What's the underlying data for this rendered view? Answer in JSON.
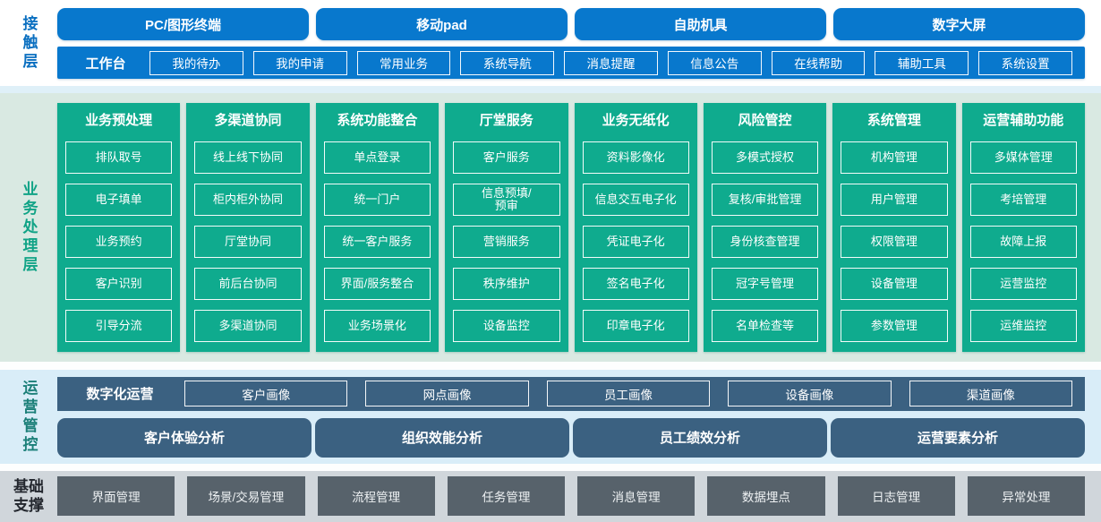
{
  "colors": {
    "accent_blue": "#0878cd",
    "accent_teal": "#0fab8e",
    "accent_slate": "#3b6181",
    "accent_gray": "#57626b",
    "business_bg": "#d9e9e2",
    "operations_bg": "#d9edf8",
    "foundation_bg": "#d0d6db"
  },
  "contact": {
    "label": "接触层",
    "terminals": [
      "PC/图形终端",
      "移动pad",
      "自助机具",
      "数字大屏"
    ],
    "workbench": {
      "label": "工作台",
      "items": [
        "我的待办",
        "我的申请",
        "常用业务",
        "系统导航",
        "消息提醒",
        "信息公告",
        "在线帮助",
        "辅助工具",
        "系统设置"
      ]
    }
  },
  "business": {
    "label": "业务处理层",
    "columns": [
      {
        "title": "业务预处理",
        "items": [
          "排队取号",
          "电子填单",
          "业务预约",
          "客户识别",
          "引导分流"
        ]
      },
      {
        "title": "多渠道协同",
        "items": [
          "线上线下协同",
          "柜内柜外协同",
          "厅堂协同",
          "前后台协同",
          "多渠道协同"
        ]
      },
      {
        "title": "系统功能整合",
        "items": [
          "单点登录",
          "统一门户",
          "统一客户服务",
          "界面/服务整合",
          "业务场景化"
        ]
      },
      {
        "title": "厅堂服务",
        "items": [
          "客户服务",
          "信息预填/\n预审",
          "营销服务",
          "秩序维护",
          "设备监控"
        ]
      },
      {
        "title": "业务无纸化",
        "items": [
          "资料影像化",
          "信息交互电子化",
          "凭证电子化",
          "签名电子化",
          "印章电子化"
        ]
      },
      {
        "title": "风险管控",
        "items": [
          "多模式授权",
          "复核/审批管理",
          "身份核查管理",
          "冠字号管理",
          "名单检查等"
        ]
      },
      {
        "title": "系统管理",
        "items": [
          "机构管理",
          "用户管理",
          "权限管理",
          "设备管理",
          "参数管理"
        ]
      },
      {
        "title": "运营辅助功能",
        "items": [
          "多媒体管理",
          "考培管理",
          "故障上报",
          "运营监控",
          "运维监控"
        ]
      }
    ]
  },
  "operations": {
    "label": "运营管控",
    "digital": {
      "label": "数字化运营",
      "items": [
        "客户画像",
        "网点画像",
        "员工画像",
        "设备画像",
        "渠道画像"
      ]
    },
    "analysis": [
      "客户体验分析",
      "组织效能分析",
      "员工绩效分析",
      "运营要素分析"
    ]
  },
  "foundation": {
    "label": "基础支撑",
    "items": [
      "界面管理",
      "场景/交易管理",
      "流程管理",
      "任务管理",
      "消息管理",
      "数据埋点",
      "日志管理",
      "异常处理"
    ]
  }
}
